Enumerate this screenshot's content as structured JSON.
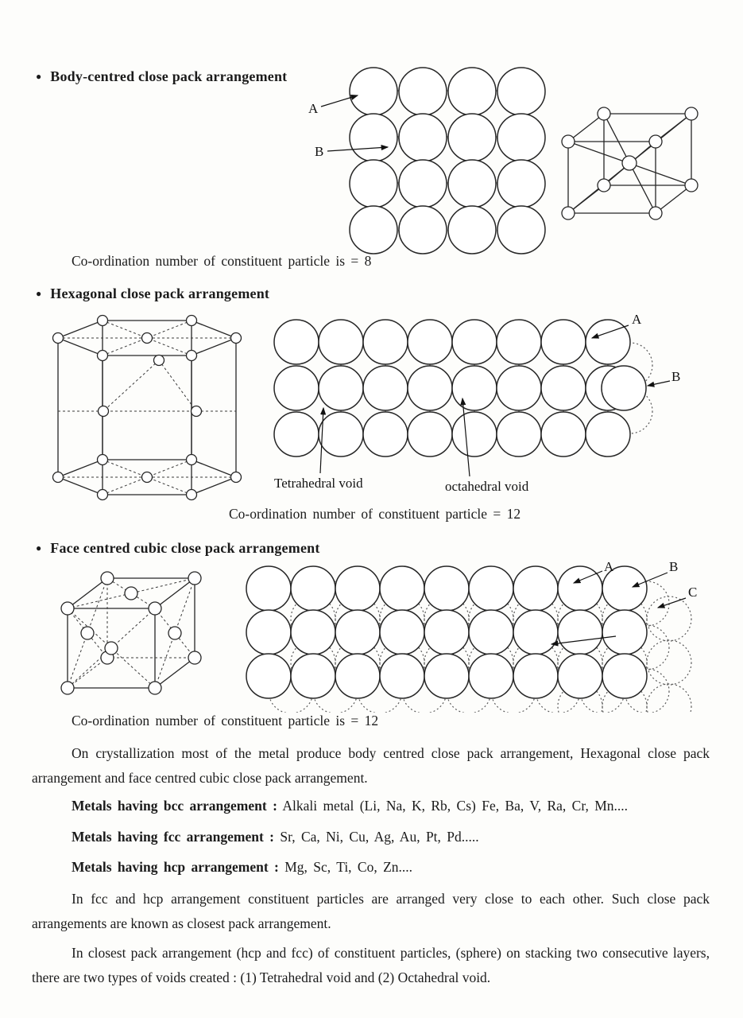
{
  "page": {
    "bullet_char": "●"
  },
  "sections": {
    "bcc": {
      "title": "Body-centred close pack arrangement",
      "caption": "Co-ordination number of constituent particle is = 8",
      "labels": {
        "a": "A",
        "b": "B"
      }
    },
    "hcp": {
      "title": "Hexagonal close pack arrangement",
      "caption": "Co-ordination number of constituent particle = 12",
      "labels": {
        "a": "A",
        "b": "B",
        "tetrahedral": "Tetrahedral void",
        "octahedral": "octahedral void"
      }
    },
    "fcc": {
      "title": "Face centred cubic close pack arrangement",
      "caption": "Co-ordination number of constituent particle is = 12",
      "labels": {
        "a": "A",
        "b": "B",
        "c": "C"
      }
    }
  },
  "paragraphs": {
    "crystallization": "On crystallization most of the metal produce body centred close pack arrangement, Hexagonal close pack arrangement and face centred cubic close pack arrangement.",
    "metals_bcc_label": "Metals having bcc arrangement :",
    "metals_bcc_value": "Alkali metal (Li, Na, K, Rb, Cs) Fe, Ba, V, Ra, Cr, Mn....",
    "metals_fcc_label": "Metals having fcc arrangement :",
    "metals_fcc_value": "Sr, Ca, Ni, Cu, Ag, Au, Pt, Pd.....",
    "metals_hcp_label": "Metals having hcp arrangement :",
    "metals_hcp_value": "Mg, Sc, Ti, Co, Zn....",
    "closest_pack": "In fcc and hcp arrangement constituent particles are arranged very close to each other. Such close pack arrangements are known as closest pack arrangement.",
    "voids": "In closest pack arrangement (hcp and fcc) of constituent particles, (sphere) on stacking two consecutive layers, there are two types of voids created : (1) Tetrahedral void and (2) Octahedral void."
  }
}
